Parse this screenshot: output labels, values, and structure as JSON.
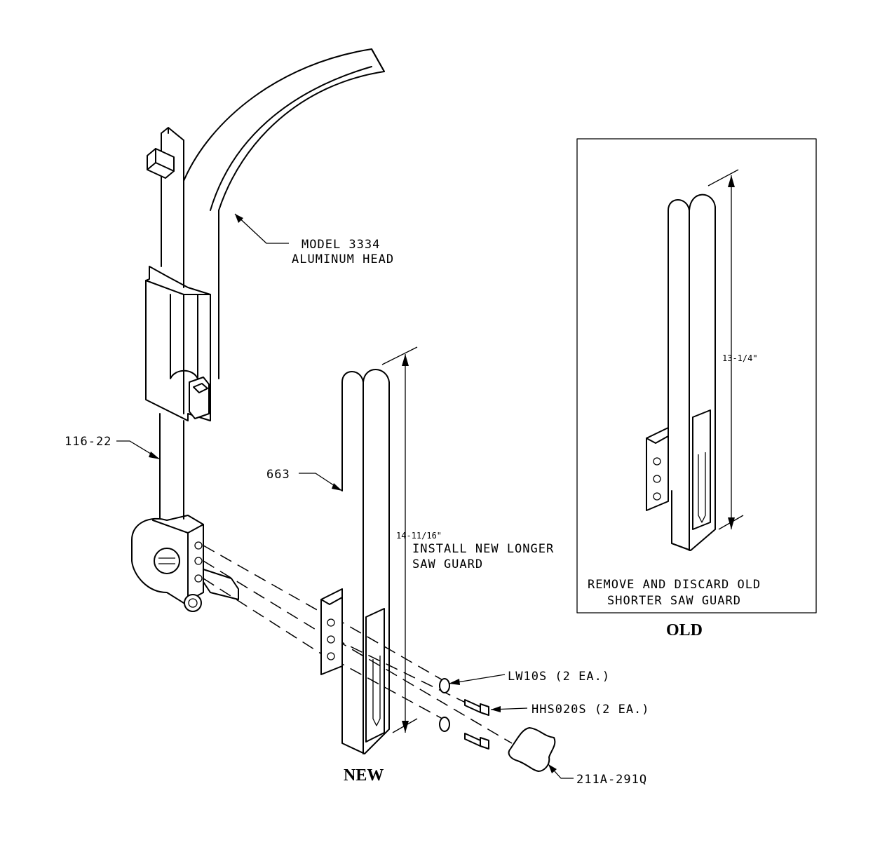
{
  "labels": {
    "model_line1": "MODEL 3334",
    "model_line2": "ALUMINUM HEAD",
    "part_116": "116-22",
    "part_663": "663",
    "dim_new": "14-11/16\"",
    "install_line1": "INSTALL NEW LONGER",
    "install_line2": "SAW GUARD",
    "lw": "LW10S (2 EA.)",
    "hhs": "HHS020S (2 EA.)",
    "knob": "211A-291Q",
    "new": "NEW",
    "old": "OLD",
    "dim_old": "13-1/4\"",
    "remove_line1": "REMOVE AND DISCARD OLD",
    "remove_line2": "SHORTER SAW GUARD"
  }
}
